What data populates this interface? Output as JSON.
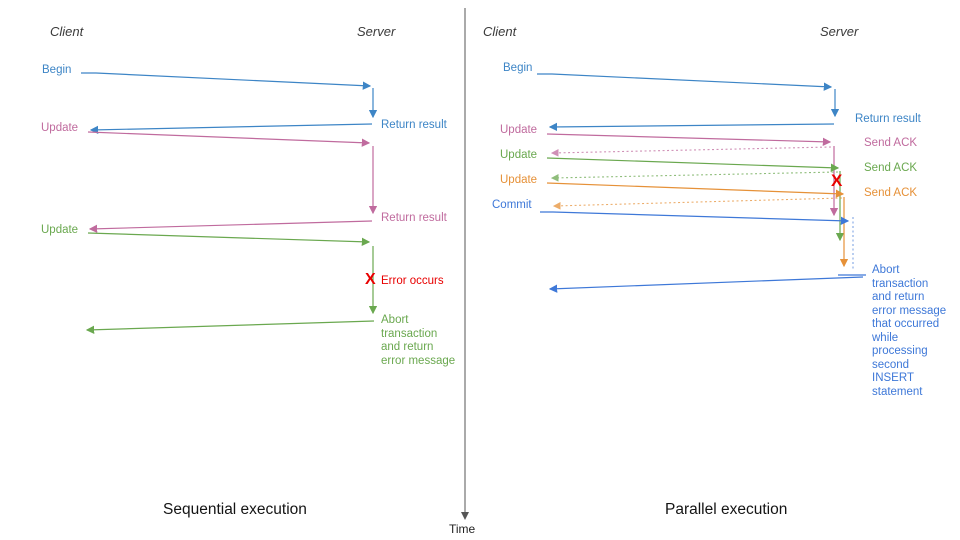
{
  "colors": {
    "blue": "#3d85c6",
    "royal_blue": "#3e78d8",
    "pink": "#c06b9e",
    "green": "#6aa84f",
    "orange": "#e69138",
    "red": "#e80000",
    "axis_gray": "#555555"
  },
  "time_axis": {
    "label": "Time"
  },
  "left": {
    "caption": "Sequential execution",
    "client_header": "Client",
    "server_header": "Server",
    "begin": "Begin",
    "return_result_1": "Return result",
    "update_1": "Update",
    "return_result_2": "Return result",
    "update_2": "Update",
    "error_mark": "X",
    "error_label": "Error occurs",
    "abort_lines": [
      "Abort",
      "transaction",
      "and return",
      "error message"
    ]
  },
  "right": {
    "caption": "Parallel execution",
    "client_header": "Client",
    "server_header": "Server",
    "begin": "Begin",
    "return_result": "Return result",
    "update_1": "Update",
    "send_ack_1": "Send ACK",
    "update_2": "Update",
    "send_ack_2": "Send ACK",
    "update_3": "Update",
    "send_ack_3": "Send ACK",
    "commit": "Commit",
    "error_mark": "X",
    "abort_lines": [
      "Abort",
      "transaction",
      "and return",
      "error message",
      "that occurred",
      "while",
      "processing",
      "second",
      "INSERT",
      "statement"
    ]
  }
}
